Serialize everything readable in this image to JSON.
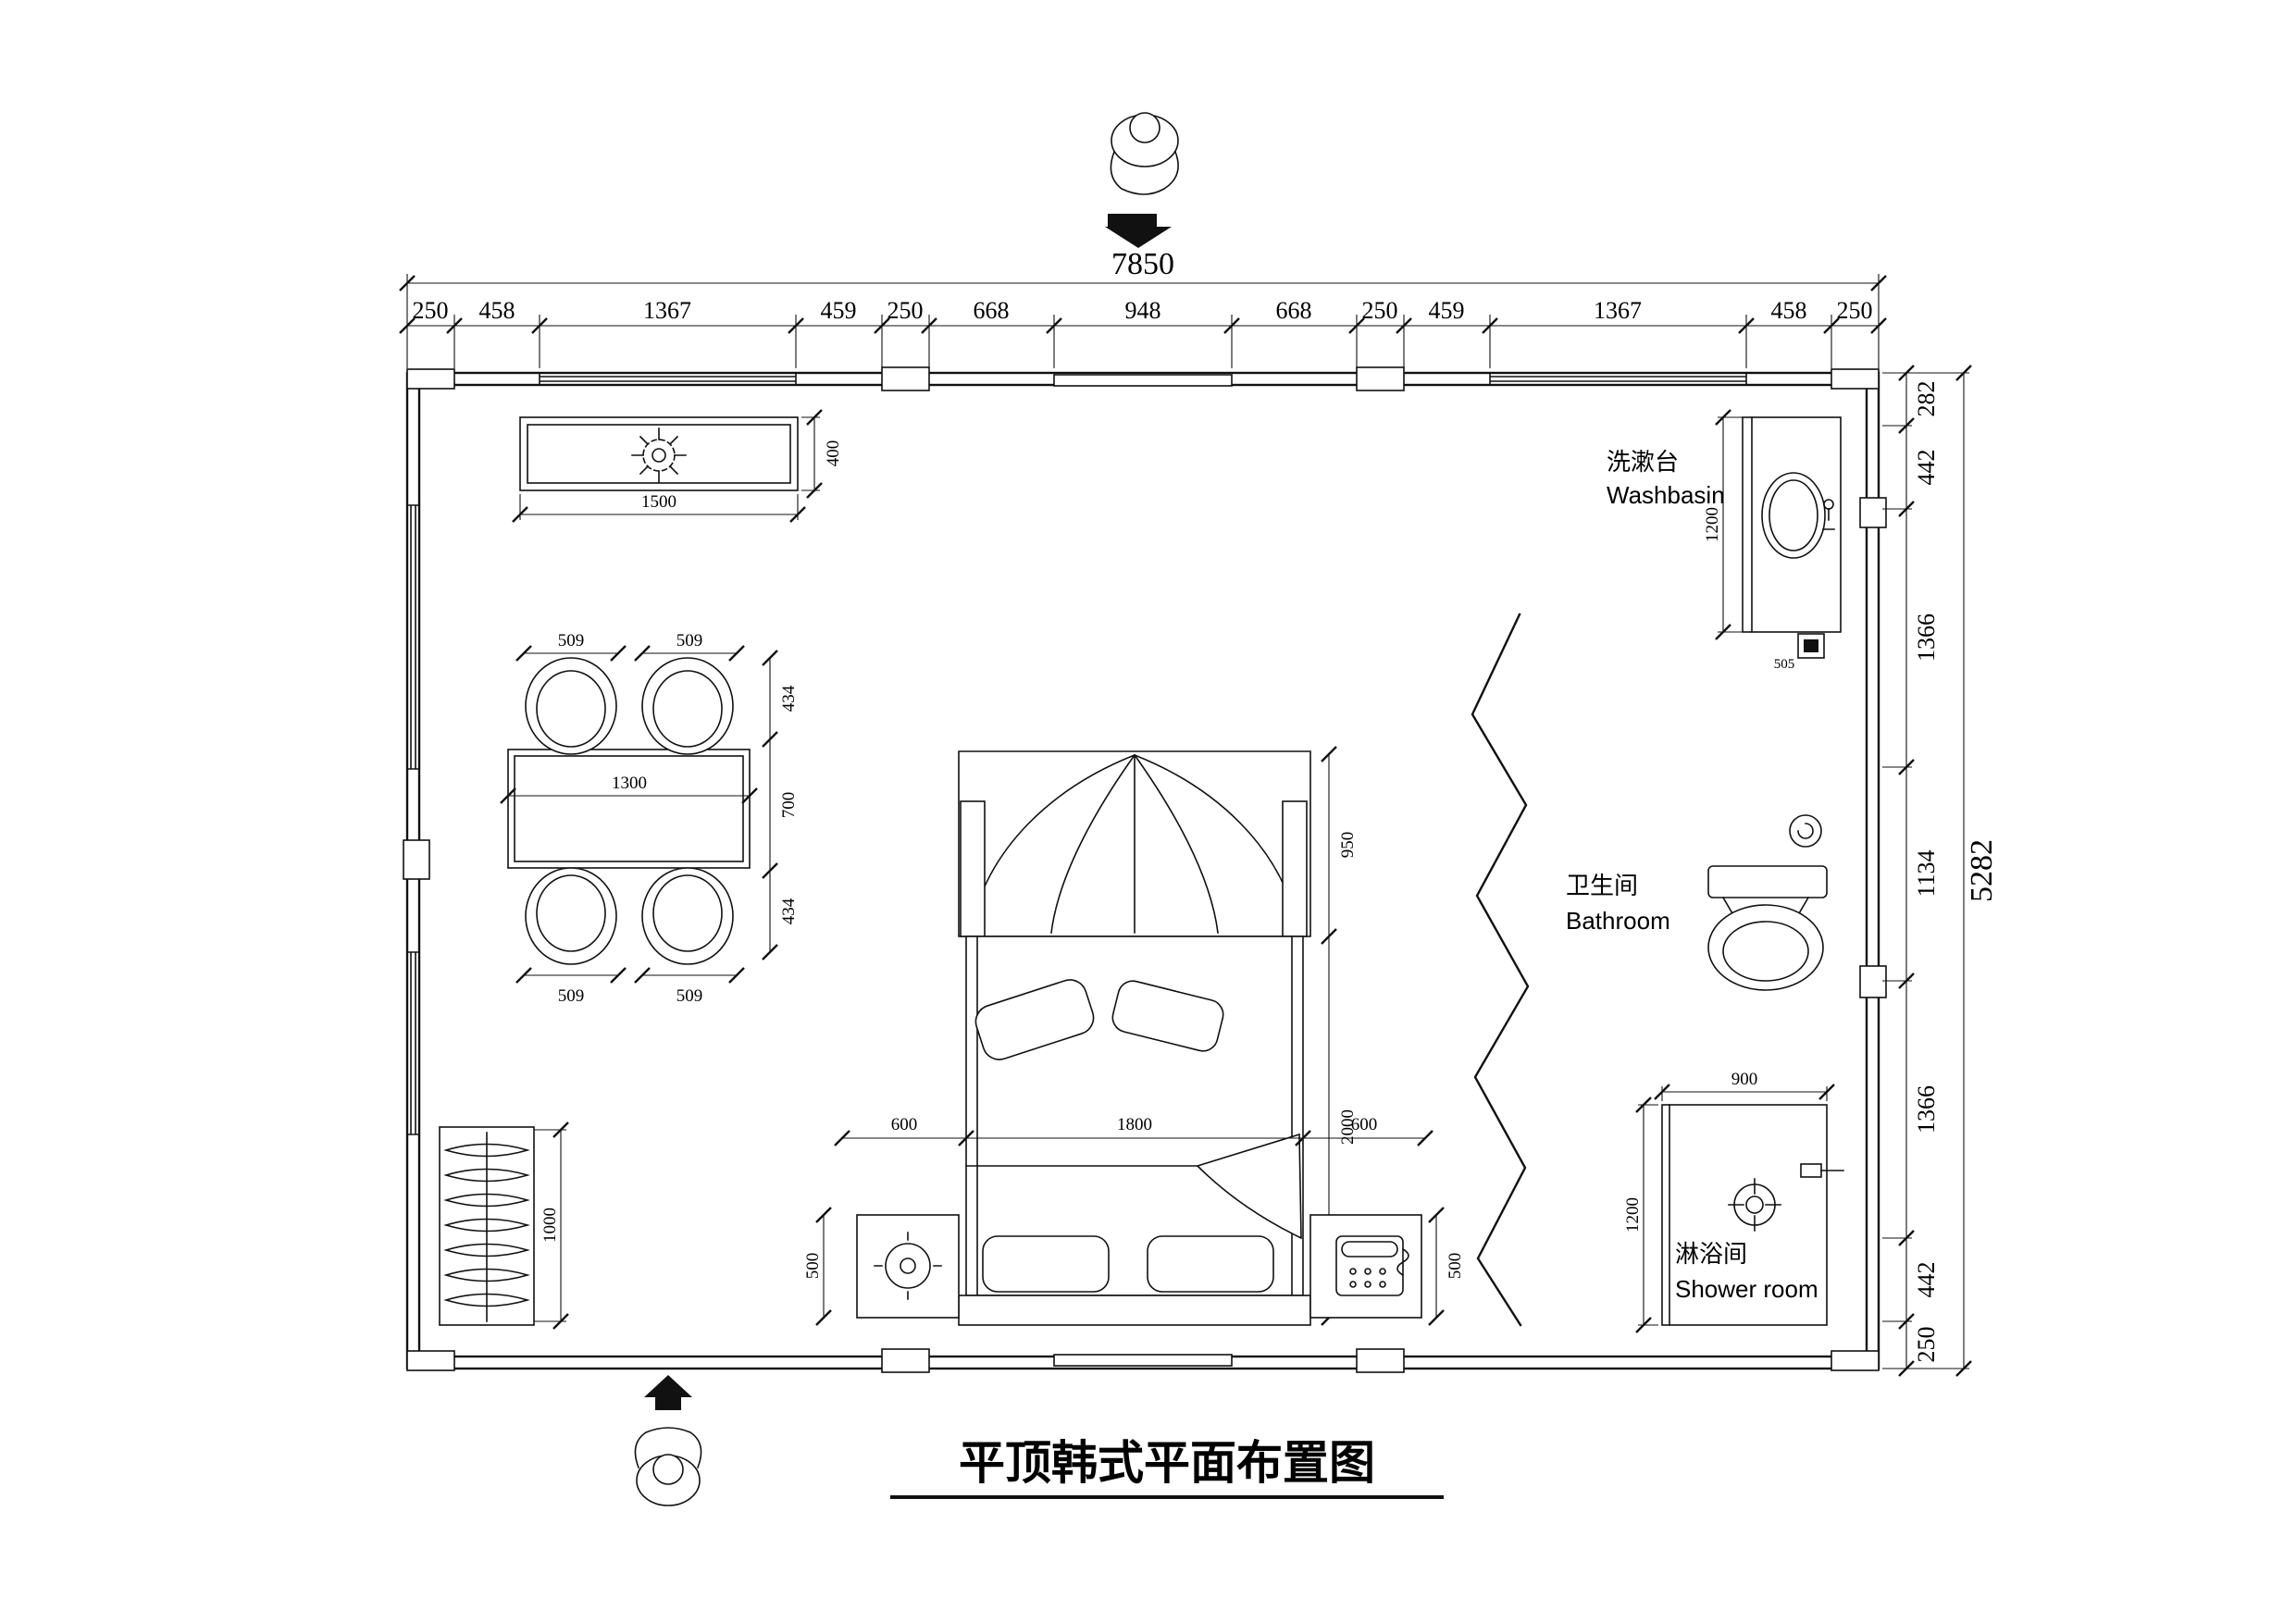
{
  "title": {
    "text": "平顶韩式平面布置图"
  },
  "totals": {
    "width": "7850",
    "height": "5282"
  },
  "top_chain": [
    "250",
    "458",
    "1367",
    "459",
    "250",
    "668",
    "948",
    "668",
    "250",
    "459",
    "1367",
    "458",
    "250"
  ],
  "right_chain": [
    "282",
    "442",
    "1366",
    "1134",
    "1366",
    "442",
    "250"
  ],
  "rooms": {
    "washbasin_zh": "洗漱台",
    "washbasin_en": "Washbasin",
    "bathroom_zh": "卫生间",
    "bathroom_en": "Bathroom",
    "shower_zh": "淋浴间",
    "shower_en": "Shower room"
  },
  "furniture_dims": {
    "ceiling_light_width": "1500",
    "ceiling_light_depth": "400",
    "chair_top_left": "509",
    "chair_top_right": "509",
    "chair_bottom_left": "509",
    "chair_bottom_right": "509",
    "table_width": "1300",
    "dining_depth_top": "434",
    "dining_depth_mid": "700",
    "dining_depth_bottom": "434",
    "canopy_depth": "950",
    "bed_length": "2000",
    "nightstand_left_width": "600",
    "bed_width": "1800",
    "nightstand_right_width": "600",
    "nightstand_left_depth": "500",
    "nightstand_right_depth": "500",
    "wardrobe_length": "1000",
    "washbasin_length": "1200",
    "washbasin_cabinet": "505",
    "shower_width": "900",
    "shower_depth": "1200"
  }
}
